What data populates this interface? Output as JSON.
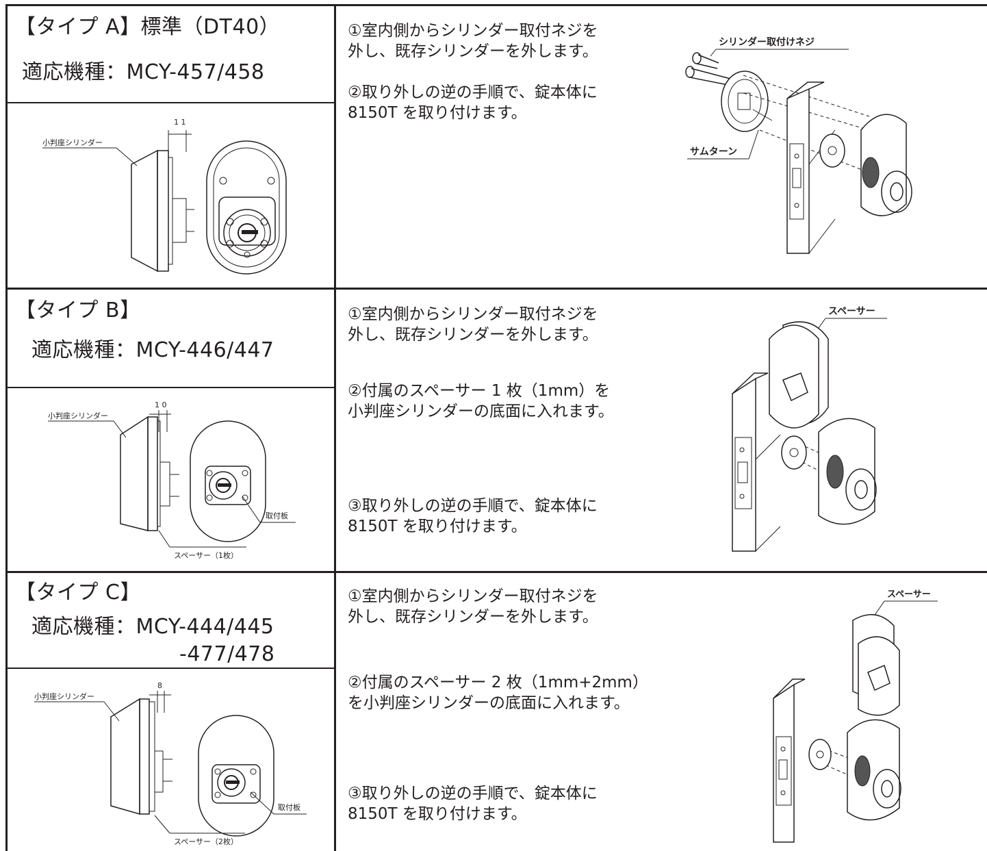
{
  "sections": [
    {
      "title": "【タイプ A】標準（DT40）",
      "model_line1": "適応機種：MCY-457/458",
      "model_line2": "",
      "steps": [
        "①室内側からシリンダー取付ネジを\n外し、既存シリンダーを外します。",
        "②取り外しの逆の手順で、錠本体に\n8150T を取り付けます。"
      ],
      "side_view": {
        "label": "小判座シリンダー",
        "dimension": "1 1"
      },
      "front_view": {
        "label": ""
      },
      "install_view": {
        "labels": [
          "シリンダー取付けネジ",
          "サムターン"
        ]
      }
    },
    {
      "title": "【タイプ B】",
      "model_line1": "適応機種：MCY-446/447",
      "model_line2": "",
      "steps": [
        "①室内側からシリンダー取付ネジを\n外し、既存シリンダーを外します。",
        "②付属のスペーサー 1 枚（1mm）を\n小判座シリンダーの底面に入れます。",
        "③取り外しの逆の手順で、錠本体に\n8150T を取り付けます。"
      ],
      "side_view": {
        "label": "小判座シリンダー",
        "dimension": "1 0",
        "spacer_label": "スペーサー（1枚）"
      },
      "front_view": {
        "label": "取付板"
      },
      "install_view": {
        "labels": [
          "スペーサー"
        ]
      }
    },
    {
      "title": "【タイプ C】",
      "model_line1": "適応機種：MCY-444/445",
      "model_line2": "-477/478",
      "steps": [
        "①室内側からシリンダー取付ネジを\n外し、既存シリンダーを外します。",
        "②付属のスペーサー 2 枚（1mm+2mm）\nを小判座シリンダーの底面に入れます。",
        "③取り外しの逆の手順で、錠本体に\n8150T を取り付けます。"
      ],
      "side_view": {
        "label": "小判座シリンダー",
        "dimension": "8",
        "spacer_label": "スペーサー（2枚）"
      },
      "front_view": {
        "label": "取付板"
      },
      "install_view": {
        "labels": [
          "スペーサー"
        ]
      }
    }
  ]
}
